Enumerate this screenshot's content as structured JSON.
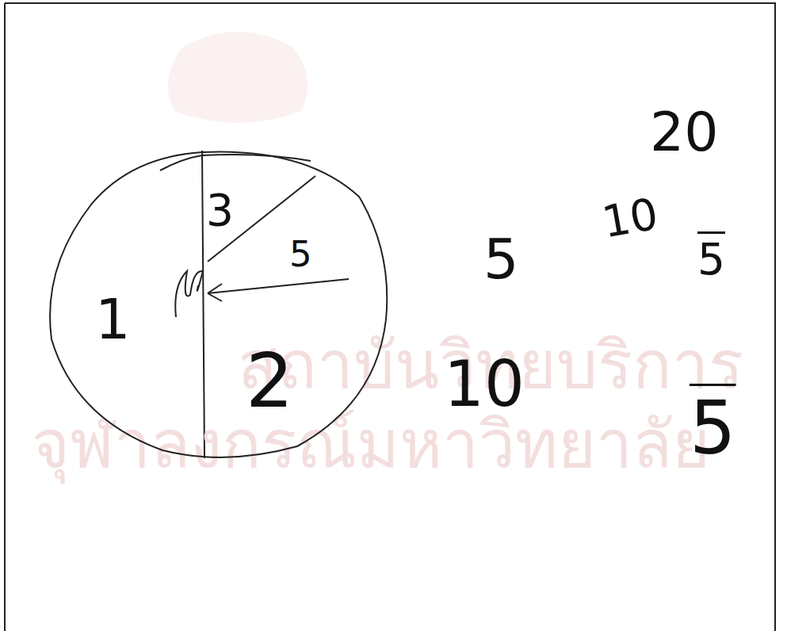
{
  "diagram": {
    "nodes": [
      {
        "text": [
          "1",
          "3",
          "5",
          "2"
        ]
      }
    ],
    "labels": [
      "5",
      "10",
      "20",
      "5",
      "10",
      "5",
      "สถาบันวิทยบริการ",
      "จุฬาลงกรณ์มหาวิทยาลัย"
    ]
  }
}
